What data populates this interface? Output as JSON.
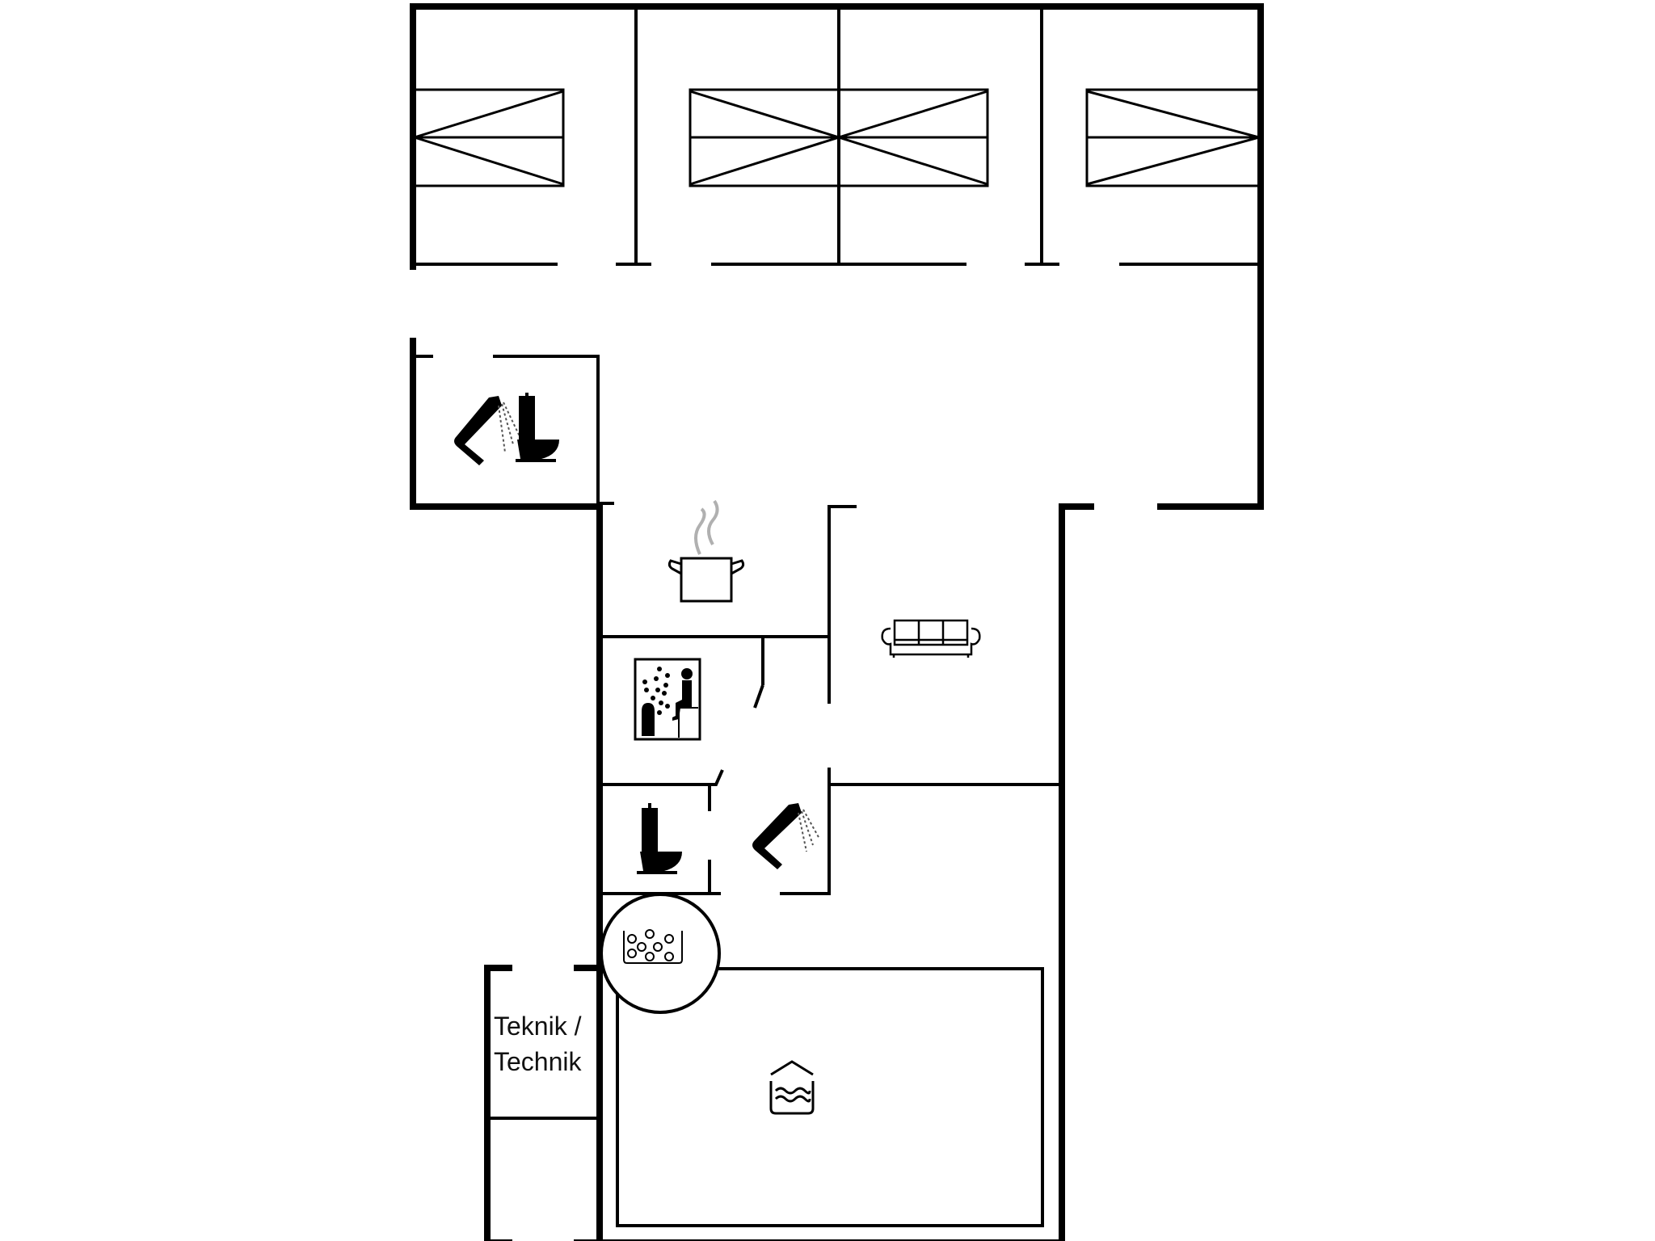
{
  "diagram": {
    "type": "floor-plan",
    "background": "#ffffff",
    "wall_color": "#000000",
    "steam_color": "#b0b0b0",
    "rooms": [
      {
        "id": "bedroom-1",
        "icon": "double-bed-icon"
      },
      {
        "id": "bedroom-2",
        "icon": "double-bed-icon"
      },
      {
        "id": "bedroom-3",
        "icon": "double-bed-icon"
      },
      {
        "id": "bedroom-4",
        "icon": "double-bed-icon"
      },
      {
        "id": "bathroom-1",
        "icons": [
          "shower-icon",
          "toilet-icon"
        ]
      },
      {
        "id": "hallway"
      },
      {
        "id": "kitchen",
        "icon": "cooking-pot-icon"
      },
      {
        "id": "living-room",
        "icon": "sofa-icon"
      },
      {
        "id": "sauna",
        "icon": "sauna-icon"
      },
      {
        "id": "toilet-room",
        "icon": "toilet-icon"
      },
      {
        "id": "shower-room",
        "icon": "shower-icon"
      },
      {
        "id": "whirlpool",
        "icon": "whirlpool-icon"
      },
      {
        "id": "pool-room",
        "icon": "indoor-pool-icon"
      },
      {
        "id": "technical-room",
        "label_line1": "Teknik /",
        "label_line2": "Technik"
      },
      {
        "id": "storage"
      }
    ]
  }
}
